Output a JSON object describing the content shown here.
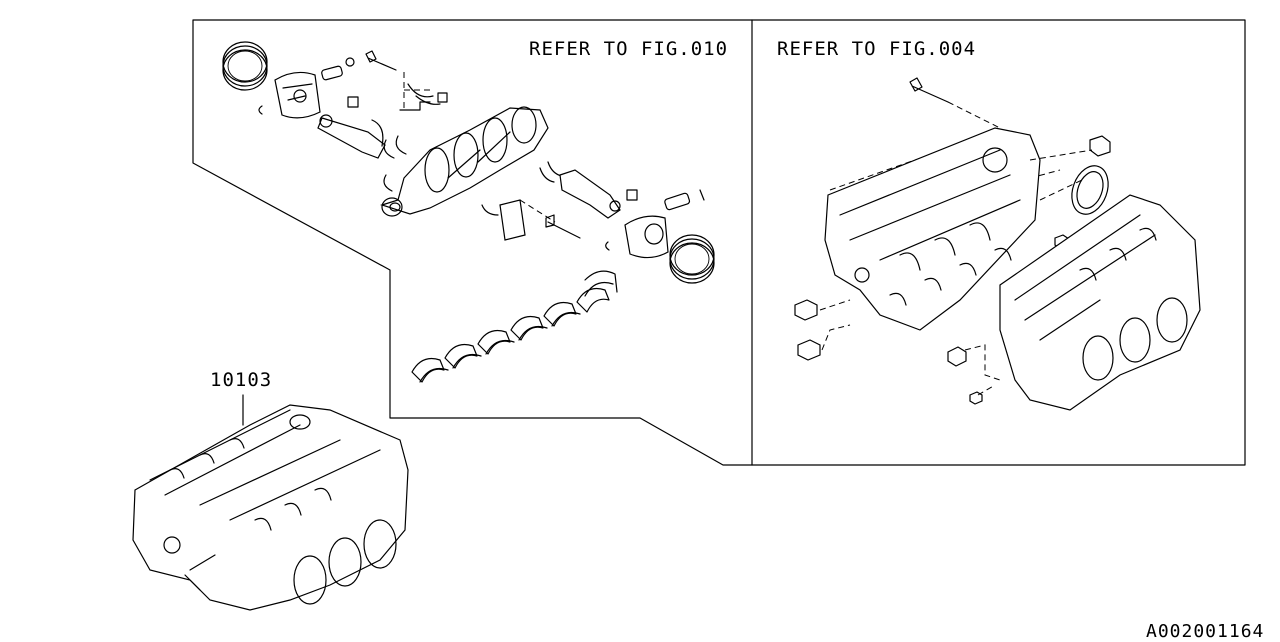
{
  "labels": {
    "refer_left": "REFER TO FIG.010",
    "refer_right": "REFER TO FIG.004",
    "part_number": "10103",
    "figure_id": "A002001164"
  }
}
